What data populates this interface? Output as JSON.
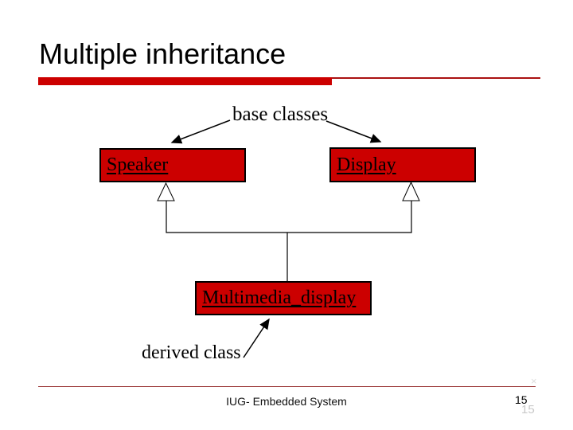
{
  "slide": {
    "title": "Multiple inheritance",
    "annotations": {
      "base_classes": "base classes",
      "derived_class": "derived class"
    },
    "class_boxes": {
      "speaker": "Speaker",
      "display": "Display",
      "multimedia": "Multimedia_display"
    },
    "footer": {
      "text": "IUG- Embedded System",
      "page_number": "15",
      "page_number_ghost": "15",
      "handle_mark": "×"
    },
    "colors": {
      "box_red": "#cc0000",
      "bar_red": "#cc0000",
      "line_red": "#aa1111",
      "footer_maroon": "#993333",
      "ghost_gray": "#c9c9c9"
    }
  }
}
